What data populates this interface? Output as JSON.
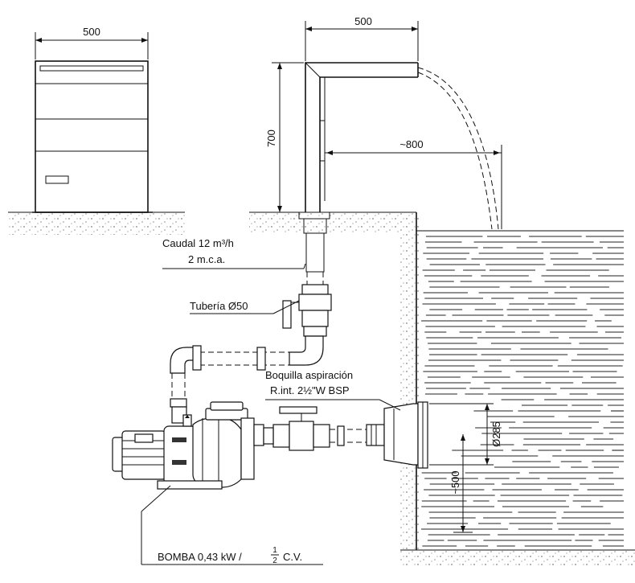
{
  "dimensions": {
    "cascade_width": "500",
    "spout_width": "500",
    "column_height": "700",
    "jet_reach": "~800",
    "nozzle_diameter": "Ø285",
    "nozzle_depth": "~500"
  },
  "labels": {
    "flow_line1": "Caudal 12 m³/h",
    "flow_line2": "2 m.c.a.",
    "pipe": "Tubería Ø50",
    "suction_line1": "Boquilla aspiración",
    "suction_line2": "R.int. 2½\"W BSP",
    "pump_prefix": "BOMBA 0,43 kW /",
    "pump_frac_num": "1",
    "pump_frac_den": "2",
    "pump_suffix": "C.V."
  }
}
